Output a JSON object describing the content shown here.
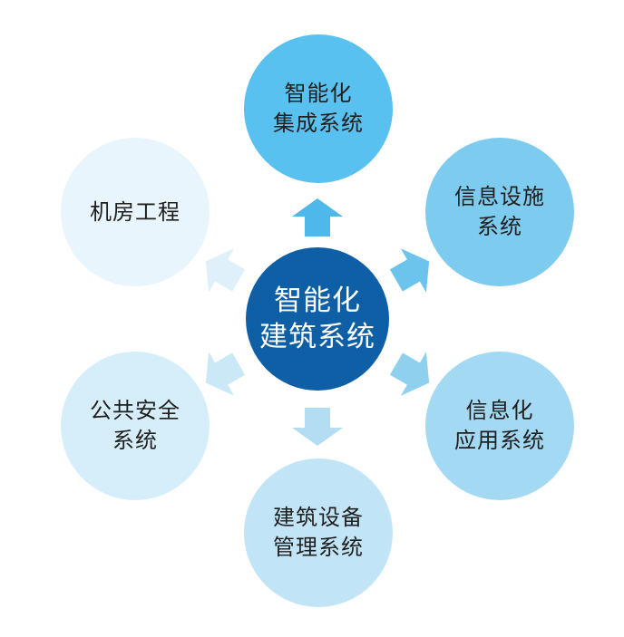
{
  "center": {
    "lines": [
      "智能化",
      "建筑系统"
    ],
    "color": "#0f5fa6"
  },
  "nodes": [
    {
      "id": "top",
      "lines": [
        "智能化",
        "集成系统"
      ],
      "color": "#58c1ef"
    },
    {
      "id": "tr",
      "lines": [
        "信息设施",
        "系统"
      ],
      "color": "#7dcbef"
    },
    {
      "id": "br",
      "lines": [
        "信息化",
        "应用系统"
      ],
      "color": "#a3d9f2"
    },
    {
      "id": "bottom",
      "lines": [
        "建筑设备",
        "管理系统"
      ],
      "color": "#c1e5f6"
    },
    {
      "id": "bl",
      "lines": [
        "公共安全",
        "系统"
      ],
      "color": "#d5eef9"
    },
    {
      "id": "tl",
      "lines": [
        "机房工程"
      ],
      "color": "#e8f5fc"
    }
  ],
  "arrows": [
    {
      "id": "top",
      "direction": "outward",
      "color": "#4fb8ea"
    },
    {
      "id": "tr",
      "direction": "outward",
      "color": "#6cc4ed"
    },
    {
      "id": "br",
      "direction": "outward",
      "color": "#8fd0ef"
    },
    {
      "id": "bottom",
      "direction": "outward",
      "color": "#b3ddf2"
    },
    {
      "id": "bl",
      "direction": "outward",
      "color": "#cbe8f6"
    },
    {
      "id": "tl",
      "direction": "outward",
      "color": "#dff0fa"
    }
  ]
}
